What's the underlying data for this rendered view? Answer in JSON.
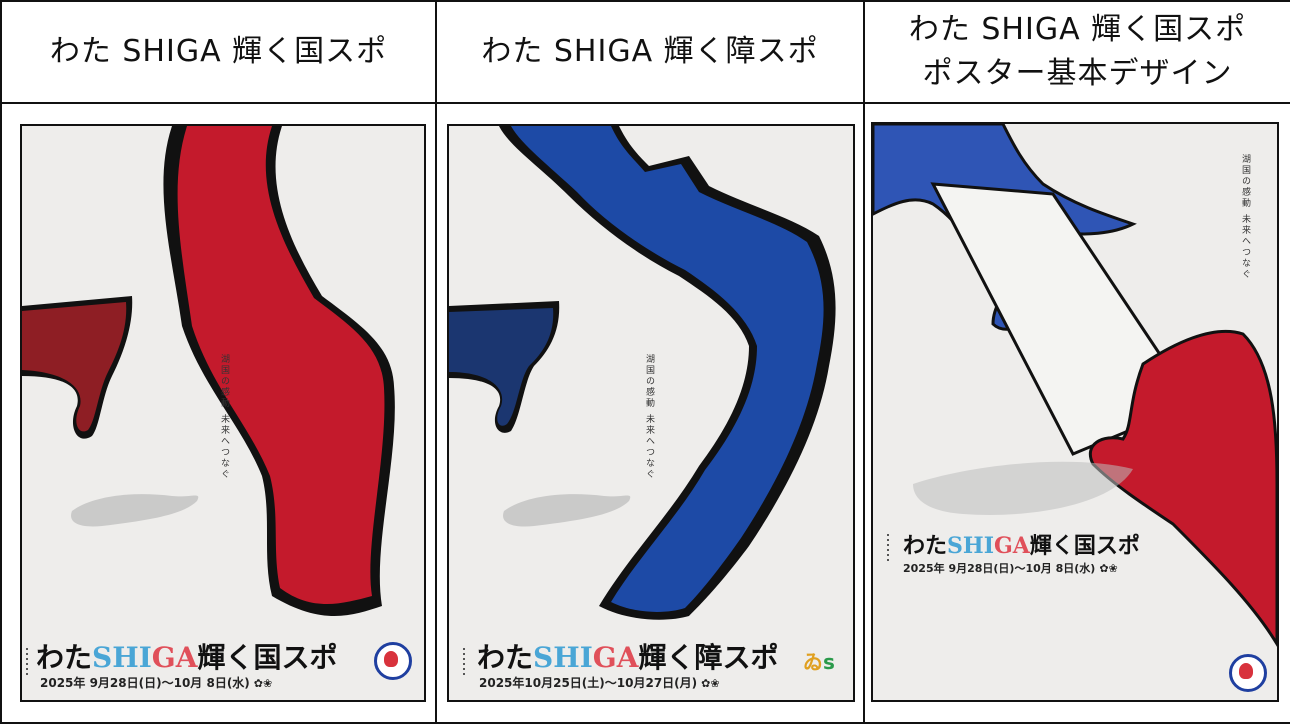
{
  "headers": [
    {
      "lines": [
        "わた SHIGA 輝く国スポ"
      ]
    },
    {
      "lines": [
        "わた SHIGA 輝く障スポ"
      ]
    },
    {
      "lines": [
        "わた SHIGA 輝く国スポ",
        "ポスター基本デザイン"
      ]
    }
  ],
  "posters": [
    {
      "vertical": "湖国の感動 未来へつなぐ",
      "title": {
        "pre": "わた",
        "blue": "SHI",
        "red": "GA",
        "post": "輝く国スポ"
      },
      "date": "2025年 9月28日(日)〜10月 8日(水)",
      "color": "#c41a2c",
      "dark": "#8e1e24"
    },
    {
      "vertical": "湖国の感動 未来へつなぐ",
      "title": {
        "pre": "わた",
        "blue": "SHI",
        "red": "GA",
        "post": "輝く障スポ"
      },
      "date": "2025年10月25日(土)〜10月27日(月)",
      "color": "#1d4aa6",
      "dark": "#1b3670"
    },
    {
      "vertical": "湖国の感動 未来へつなぐ",
      "title": {
        "pre": "わた",
        "blue": "SHI",
        "red": "GA",
        "post": "輝く国スポ"
      },
      "date": "2025年 9月28日(日)〜10月 8日(水)",
      "color": "#2f55b5",
      "dark": "#c41a2c"
    }
  ]
}
